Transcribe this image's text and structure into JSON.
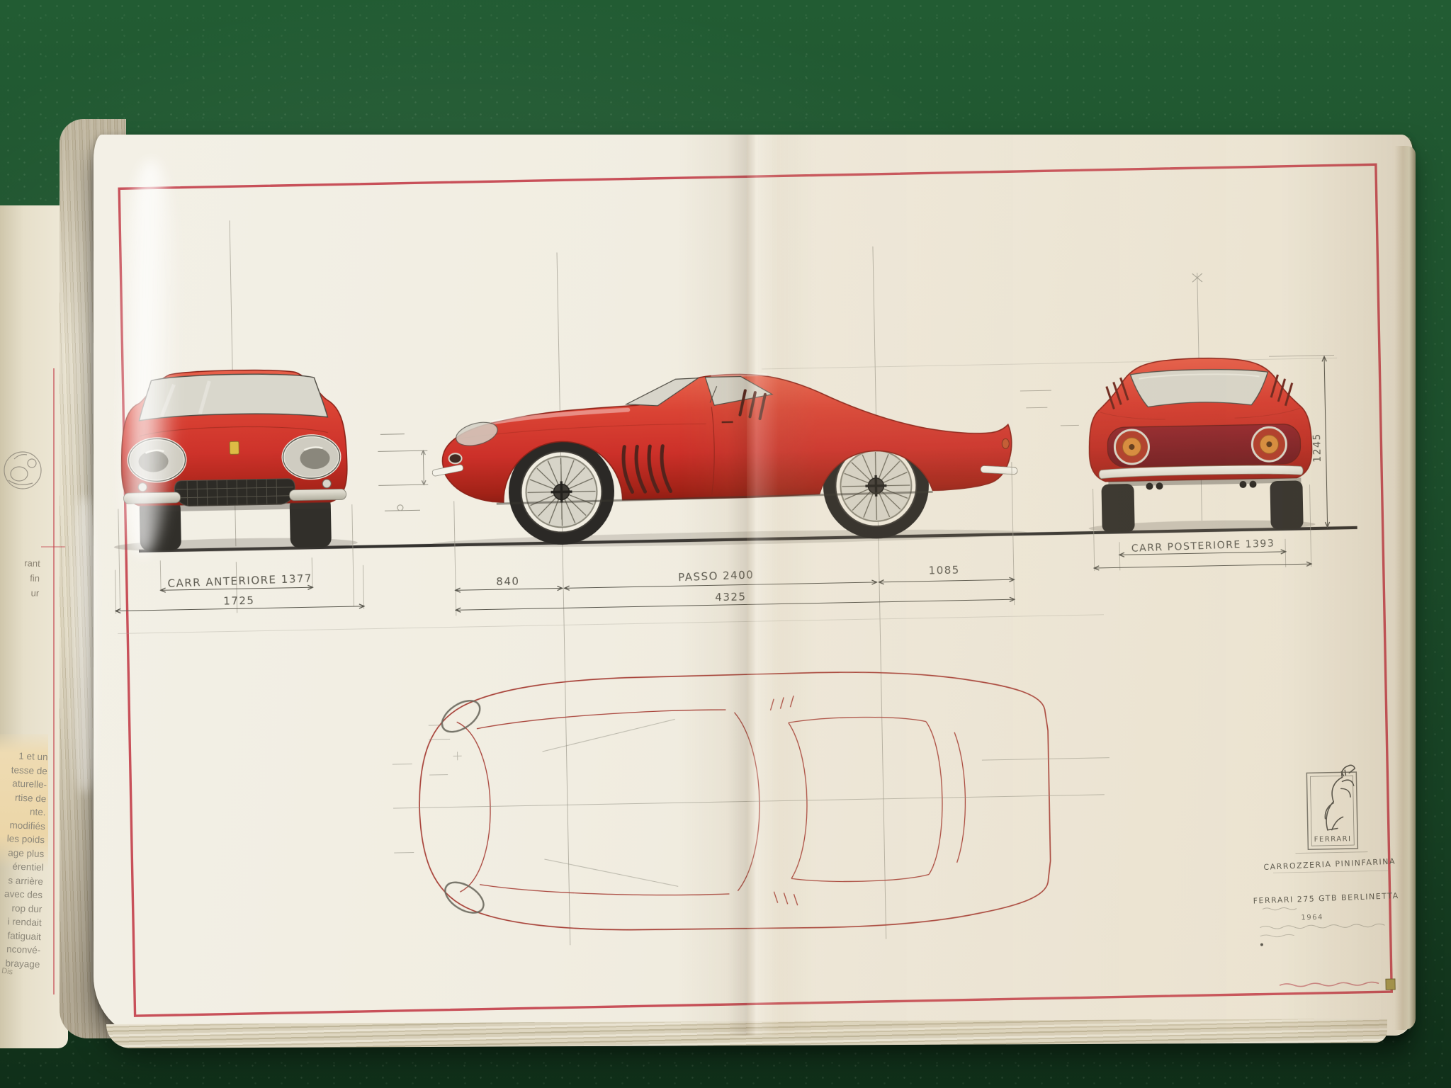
{
  "book": {
    "left_page": {
      "upper_fragments": [
        "rant",
        "fin",
        "ur"
      ],
      "lower_fragments": [
        "1 et un",
        "tesse de",
        "aturelle-",
        "rtise de",
        "nte.",
        "modifiés",
        "les poids",
        "age plus",
        "érentiel",
        "s arrière",
        "avec des",
        "rop dur",
        "i rendait",
        "fatiguait",
        "nconvé-",
        "brayage"
      ],
      "caption_fragment": "Dis"
    },
    "drawing": {
      "subject": "Ferrari 275 GTB berlinetta four-view technical drawing",
      "dimensions": {
        "front_track": "CARR ANTERIORE 1377",
        "overall_width": "1725",
        "front_overhang": "840",
        "wheelbase": "PASSO 2400",
        "rear_overhang": "1085",
        "overall_length": "4325",
        "rear_track": "CARR POSTERIORE 1393",
        "height": "1245"
      },
      "title_block": {
        "maker": "FERRARI",
        "coachbuilder": "CARROZZERIA PININFARINA",
        "model": "FERRARI 275 GTB BERLINETTA",
        "year": "1964"
      }
    },
    "colors": {
      "felt_green": "#1d4f2c",
      "paper_cream": "#f1ede1",
      "frame_red": "#c4424d",
      "car_red": "#d5392e",
      "plan_outline_red": "#a8433a",
      "pencil_grey": "#5b594f",
      "tan_panel": "#ecd6a8"
    }
  }
}
